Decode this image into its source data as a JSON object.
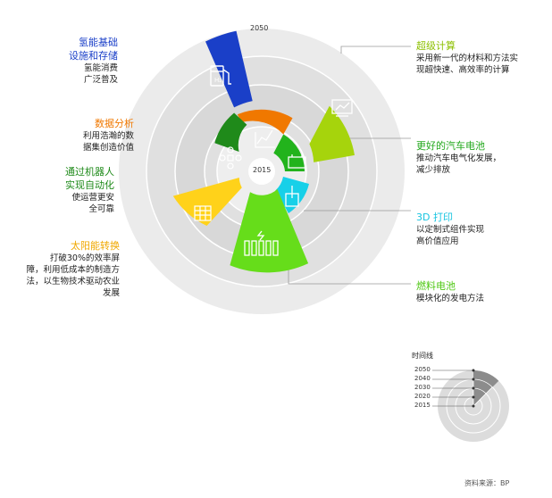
{
  "year_outer": "2050",
  "year_center": "2015",
  "colors": {
    "blue": "#1a3fc8",
    "orange": "#f07800",
    "lime": "#a6d40c",
    "darkgreen": "#1f8a1a",
    "green": "#22b31c",
    "cyan": "#17d0e8",
    "yellow": "#ffd21a",
    "brightgreen": "#66dd1a"
  },
  "items": [
    {
      "title": "氢能基础\n设施和存储",
      "desc": "氢能消费\n广泛普及",
      "color": "blue",
      "icon": "hydrogen-pump-icon"
    },
    {
      "title": "数据分析",
      "desc": "利用浩瀚的数\n据集创造价值",
      "color": "orange",
      "icon": "line-chart-icon"
    },
    {
      "title": "通过机器人\n实现自动化",
      "desc": "使运营更安\n全可靠",
      "color": "darkgreen",
      "icon": "drone-icon"
    },
    {
      "title": "太阳能转换",
      "desc": "打破30%的效率屏\n障，利用低成本的制造方\n法，以生物技术驱动农业\n发展",
      "color": "yellow",
      "icon": "solar-panel-icon"
    },
    {
      "title": "超级计算",
      "desc": "采用新一代的材料和方法实\n现超快速、高效率的计算",
      "color": "lime",
      "icon": "computer-icon"
    },
    {
      "title": "更好的汽车电池",
      "desc": "推动汽车电气化发展，\n减少排放",
      "color": "green",
      "icon": "car-battery-icon"
    },
    {
      "title": "3D 打印",
      "desc": "以定制式组件实现\n高价值应用",
      "color": "cyan",
      "icon": "3d-printer-icon"
    },
    {
      "title": "燃料电池",
      "desc": "模块化的发电方法",
      "color": "brightgreen",
      "icon": "fuel-cell-icon"
    }
  ],
  "timeline": {
    "title": "时间线",
    "years": [
      "2050",
      "2040",
      "2030",
      "2020",
      "2015"
    ]
  },
  "source": "资料来源：BP"
}
